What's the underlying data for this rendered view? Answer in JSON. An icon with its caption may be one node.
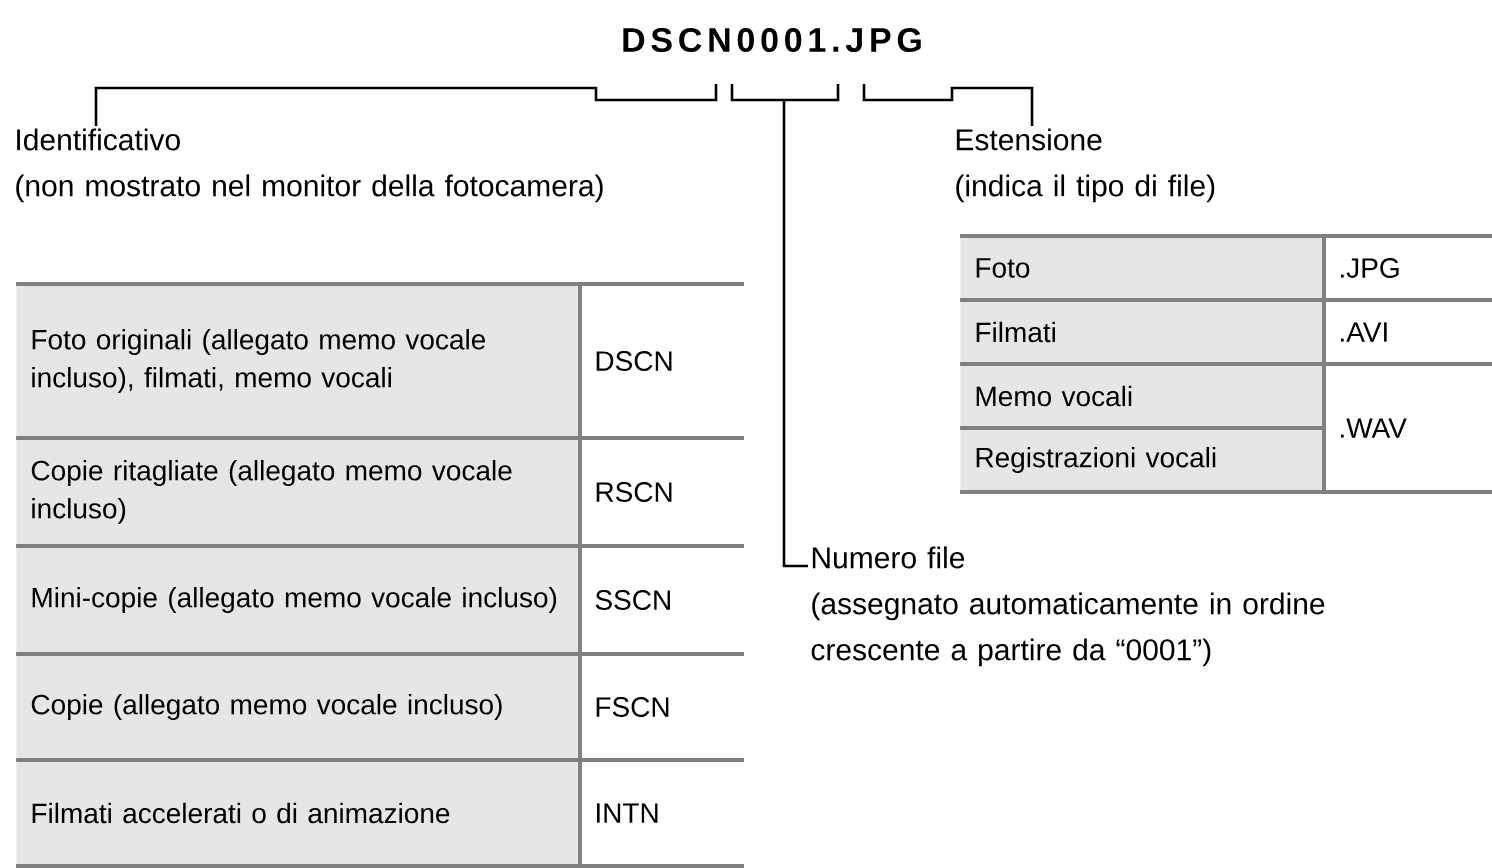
{
  "diagram": {
    "nodes": [
      {
        "text": [
          "DSCN0001.JPG"
        ]
      },
      {
        "text": [
          "Identificativo",
          "(non mostrato nel monitor della fotocamera)"
        ]
      },
      {
        "text": [
          "Estensione",
          "(indica il tipo di file)"
        ]
      },
      {
        "text": [
          "Numero file",
          "(assegnato automaticamente in ordine crescente a partire da “0001”)"
        ]
      }
    ],
    "edges": [
      {
        "from": 1,
        "to": 0,
        "arrow": "none"
      },
      {
        "from": 3,
        "to": 0,
        "arrow": "none"
      },
      {
        "from": 2,
        "to": 0,
        "arrow": "none"
      }
    ],
    "labels": [
      "Foto originali (allegato memo vocale incluso), filmati, memo vocali",
      "DSCN",
      "Copie ritagliate (allegato memo vocale incluso)",
      "RSCN",
      "Mini-copie (allegato memo vocale incluso)",
      "SSCN",
      "Copie (allegato memo vocale incluso)",
      "FSCN",
      "Filmati accelerati o di animazione",
      "INTN",
      "Foto",
      ".JPG",
      "Filmati",
      ".AVI",
      "Memo vocali",
      ".WAV",
      "Registrazioni vocali"
    ]
  }
}
